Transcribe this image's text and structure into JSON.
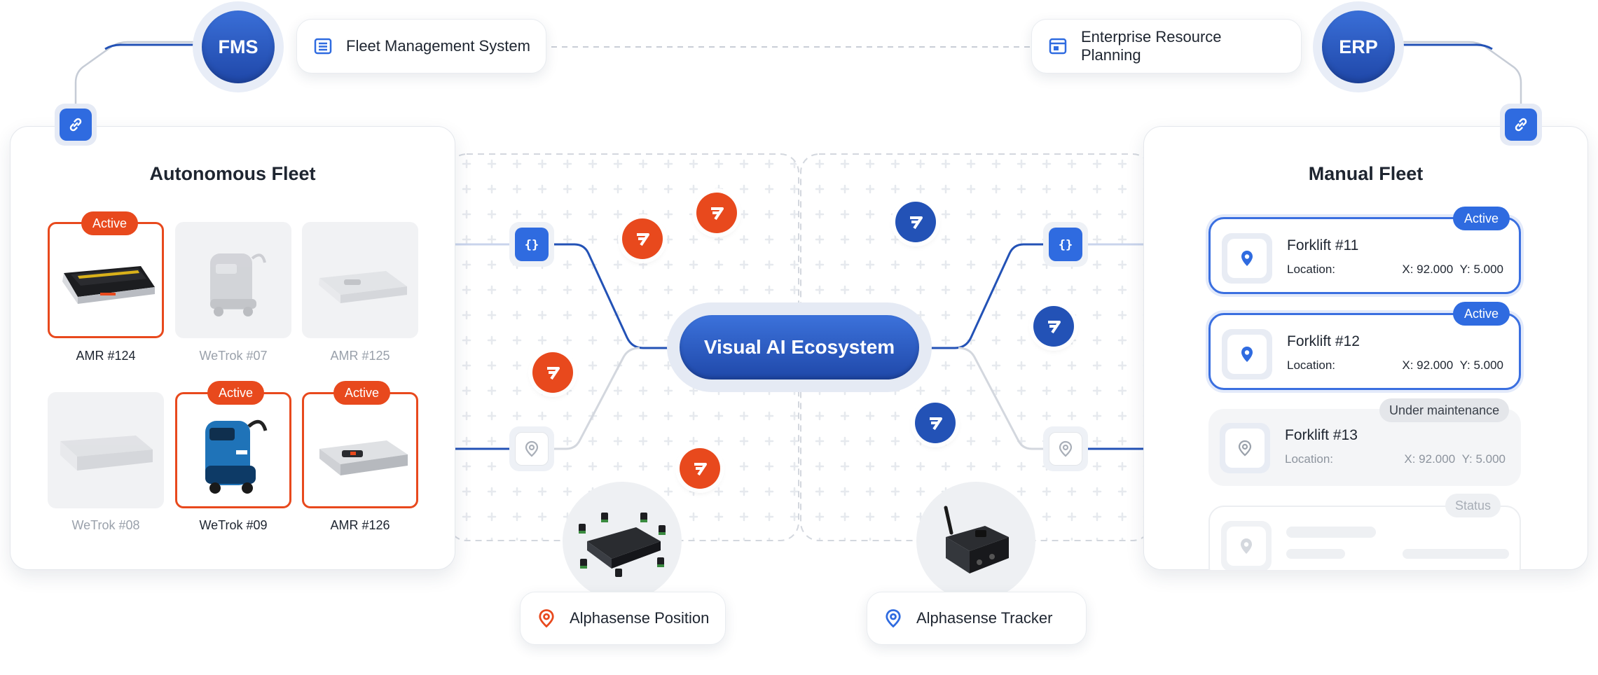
{
  "colors": {
    "accent_blue": "#2f6be0",
    "deep_blue": "#1f48a9",
    "accent_orange": "#e8491d",
    "border": "#e4e7ec"
  },
  "top": {
    "fms": {
      "badge": "FMS",
      "label": "Fleet Management System",
      "icon": "list-icon"
    },
    "erp": {
      "badge": "ERP",
      "label": "Enterprise Resource Planning",
      "icon": "calendar-icon"
    }
  },
  "hub": {
    "label": "Visual AI Ecosystem"
  },
  "autonomous": {
    "title": "Autonomous Fleet",
    "active_label": "Active",
    "tiles": [
      {
        "label": "AMR #124",
        "active": true
      },
      {
        "label": "WeTrok #07",
        "active": false
      },
      {
        "label": "AMR #125",
        "active": false
      },
      {
        "label": "WeTrok #08",
        "active": false
      },
      {
        "label": "WeTrok #09",
        "active": true
      },
      {
        "label": "AMR #126",
        "active": true
      }
    ]
  },
  "manual": {
    "title": "Manual Fleet",
    "cards": [
      {
        "name": "Forklift #11",
        "location_label": "Location:",
        "x": "X: 92.000",
        "y": "Y: 5.000",
        "status": "Active"
      },
      {
        "name": "Forklift #12",
        "location_label": "Location:",
        "x": "X: 92.000",
        "y": "Y: 5.000",
        "status": "Active"
      },
      {
        "name": "Forklift #13",
        "location_label": "Location:",
        "x": "X: 92.000",
        "y": "Y: 5.000",
        "status": "Under maintenance"
      },
      {
        "status": "Status"
      }
    ]
  },
  "devices": {
    "position": {
      "label": "Alphasense Position",
      "icon": "map-pin-icon"
    },
    "tracker": {
      "label": "Alphasense Tracker",
      "icon": "map-pin-icon"
    }
  }
}
